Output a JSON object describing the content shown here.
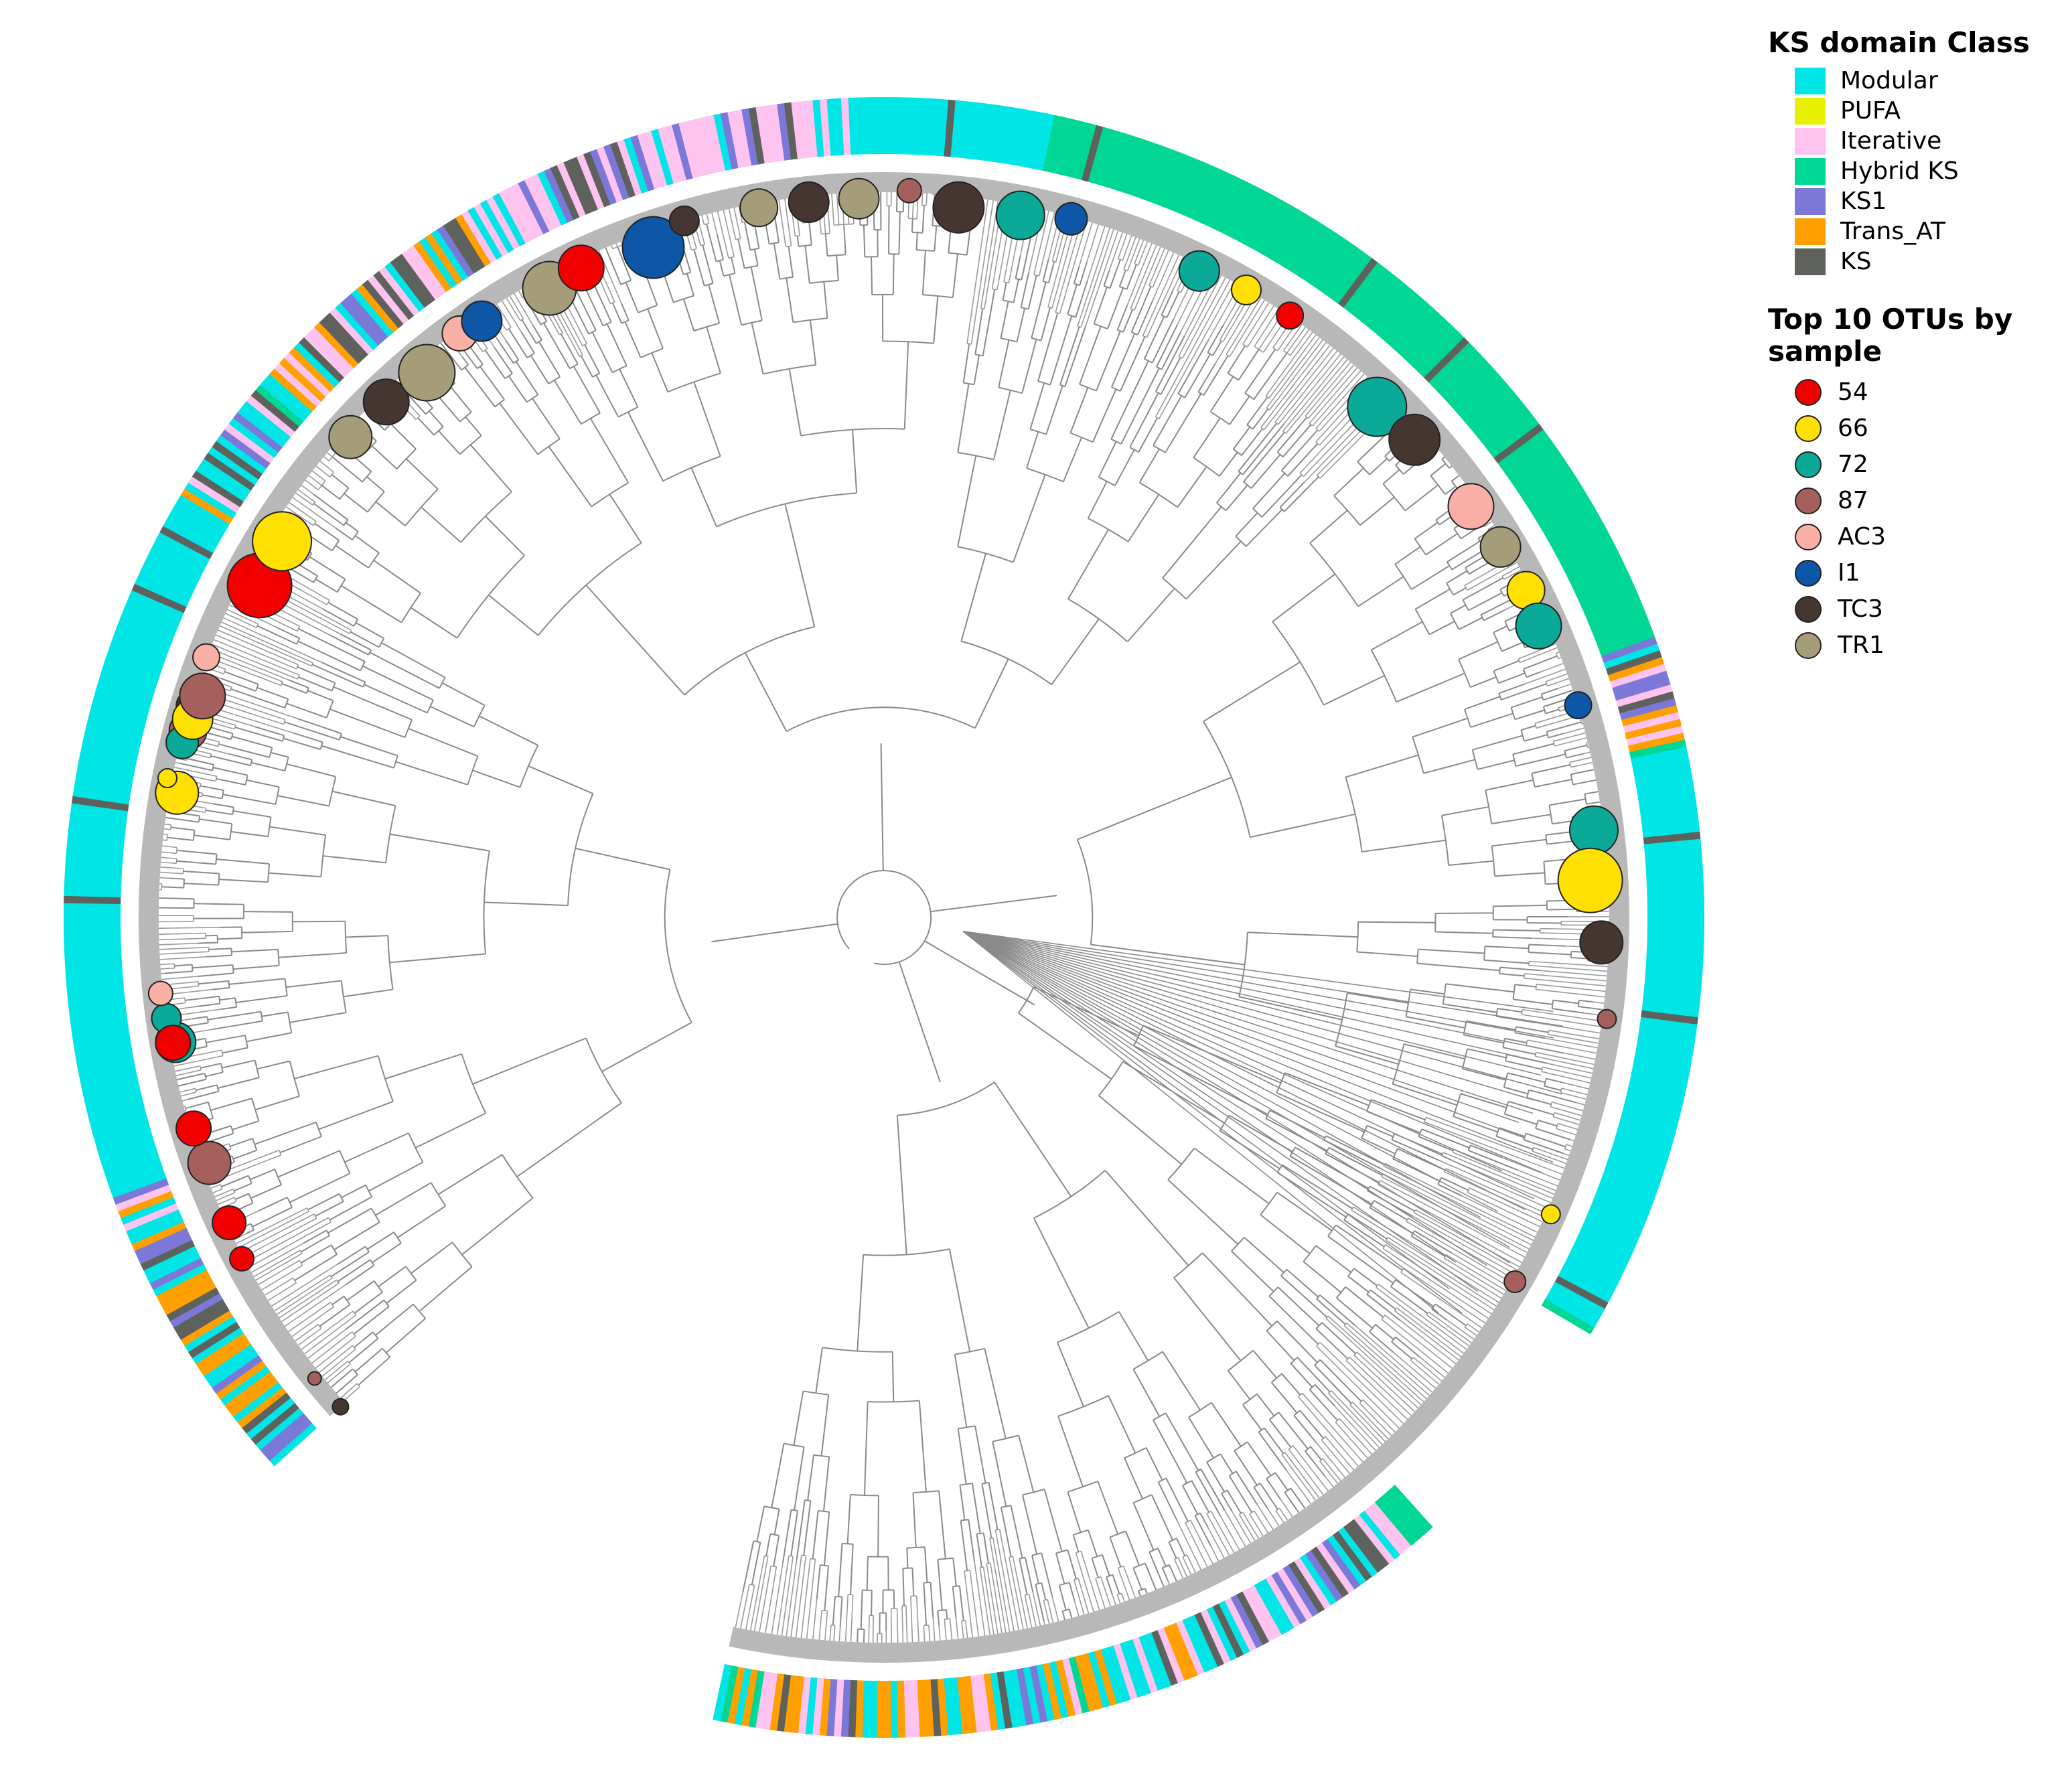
{
  "legend": {
    "class_title": "KS domain Class",
    "classes": [
      {
        "label": "Modular",
        "color": "#00E5E5"
      },
      {
        "label": "PUFA",
        "color": "#E8F000"
      },
      {
        "label": "Iterative",
        "color": "#FFC3F0"
      },
      {
        "label": "Hybrid KS",
        "color": "#00D795"
      },
      {
        "label": "KS1",
        "color": "#7B78D8"
      },
      {
        "label": "Trans_AT",
        "color": "#FFA000"
      },
      {
        "label": "KS",
        "color": "#5E615C"
      }
    ],
    "samples_title": "Top 10 OTUs by sample",
    "samples": [
      {
        "label": "54",
        "color": "#F20000"
      },
      {
        "label": "66",
        "color": "#FFE000"
      },
      {
        "label": "72",
        "color": "#0BAA98"
      },
      {
        "label": "87",
        "color": "#A55F5C"
      },
      {
        "label": "AC3",
        "color": "#F9AFA6"
      },
      {
        "label": "I1",
        "color": "#0D57A6"
      },
      {
        "label": "TC3",
        "color": "#453631"
      },
      {
        "label": "TR1",
        "color": "#A59C7A"
      }
    ]
  }
}
